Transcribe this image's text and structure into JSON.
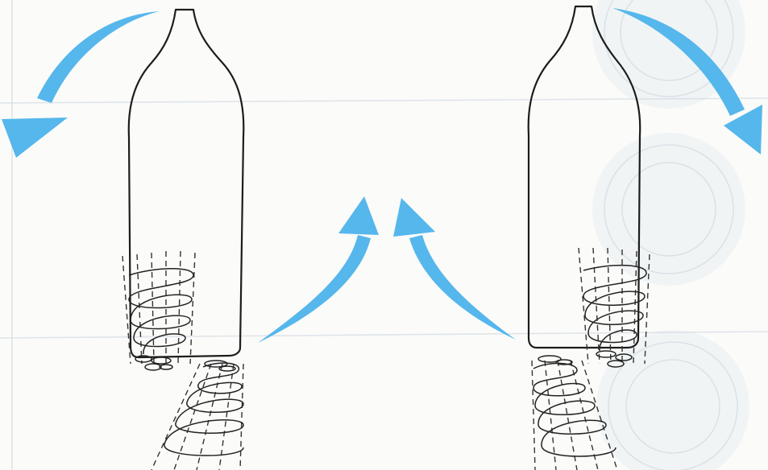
{
  "colors": {
    "background": "#fbfbf9",
    "arrow": "#55b7ec",
    "outline": "#1d1d1d",
    "bleed_through": "#c9d4dc"
  },
  "figure": {
    "left_bottle": {
      "rotation_arrow": "counterclockwise"
    },
    "right_bottle": {
      "rotation_arrow": "clockwise"
    },
    "center_arrows": [
      "up-left-curving",
      "up-right-curving"
    ]
  }
}
